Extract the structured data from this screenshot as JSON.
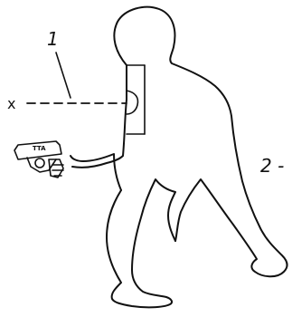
{
  "labels": {
    "one": "1",
    "two": "2 -",
    "x_mark": "x",
    "gun_text": "TTA"
  },
  "colors": {
    "ink": "#111111",
    "paper": "#ffffff"
  }
}
